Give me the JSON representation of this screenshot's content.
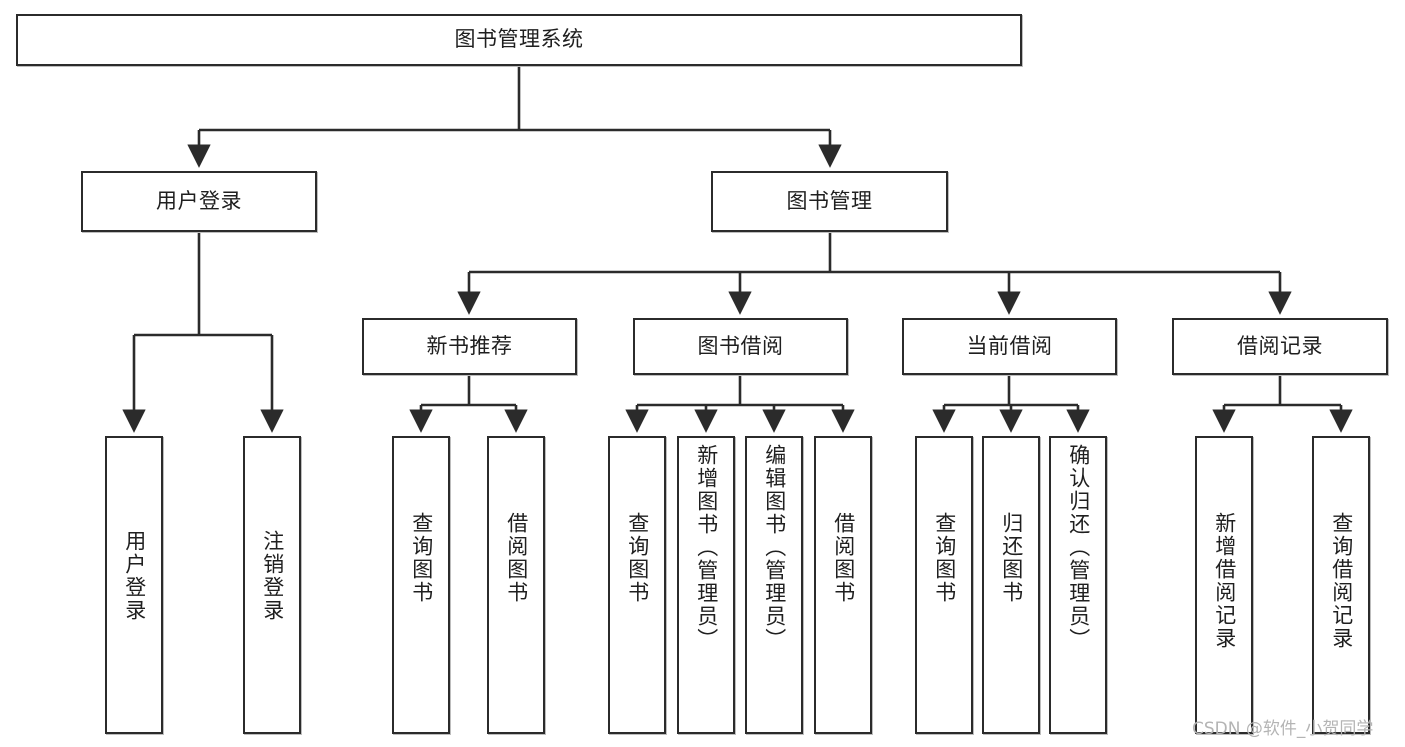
{
  "diagram": {
    "title": "图书管理系统",
    "type": "tree",
    "watermark": "CSDN @软件_小贺同学",
    "colors": {
      "box_border": "#2b2b2b",
      "box_fill": "#ffffff",
      "line": "#2b2b2b",
      "text": "#1f1f1f",
      "watermark": "#b4b4b4"
    },
    "nodes": {
      "root": {
        "label": "图书管理系统"
      },
      "level2": [
        {
          "id": "user-login",
          "label": "用户登录"
        },
        {
          "id": "book-manage",
          "label": "图书管理"
        }
      ],
      "level3": [
        {
          "id": "new-book-recommend",
          "label": "新书推荐"
        },
        {
          "id": "book-borrow",
          "label": "图书借阅"
        },
        {
          "id": "current-borrow",
          "label": "当前借阅"
        },
        {
          "id": "borrow-record",
          "label": "借阅记录"
        }
      ],
      "leaves": {
        "user-login": [
          {
            "id": "leaf-user-login",
            "label": "用户登录"
          },
          {
            "id": "leaf-logout-login",
            "label": "注销登录"
          }
        ],
        "new-book-recommend": [
          {
            "id": "leaf-query-book-1",
            "label": "查询图书"
          },
          {
            "id": "leaf-borrow-book-1",
            "label": "借阅图书"
          }
        ],
        "book-borrow": [
          {
            "id": "leaf-query-book-2",
            "label": "查询图书"
          },
          {
            "id": "leaf-add-book-admin",
            "label": "新增图书（管理员）"
          },
          {
            "id": "leaf-edit-book-admin",
            "label": "编辑图书（管理员）"
          },
          {
            "id": "leaf-borrow-book-2",
            "label": "借阅图书"
          }
        ],
        "current-borrow": [
          {
            "id": "leaf-query-book-3",
            "label": "查询图书"
          },
          {
            "id": "leaf-return-book",
            "label": "归还图书"
          },
          {
            "id": "leaf-confirm-return-admin",
            "label": "确认归还（管理员）"
          }
        ],
        "borrow-record": [
          {
            "id": "leaf-add-borrow-record",
            "label": "新增借阅记录"
          },
          {
            "id": "leaf-query-borrow-record",
            "label": "查询借阅记录"
          }
        ]
      }
    }
  }
}
